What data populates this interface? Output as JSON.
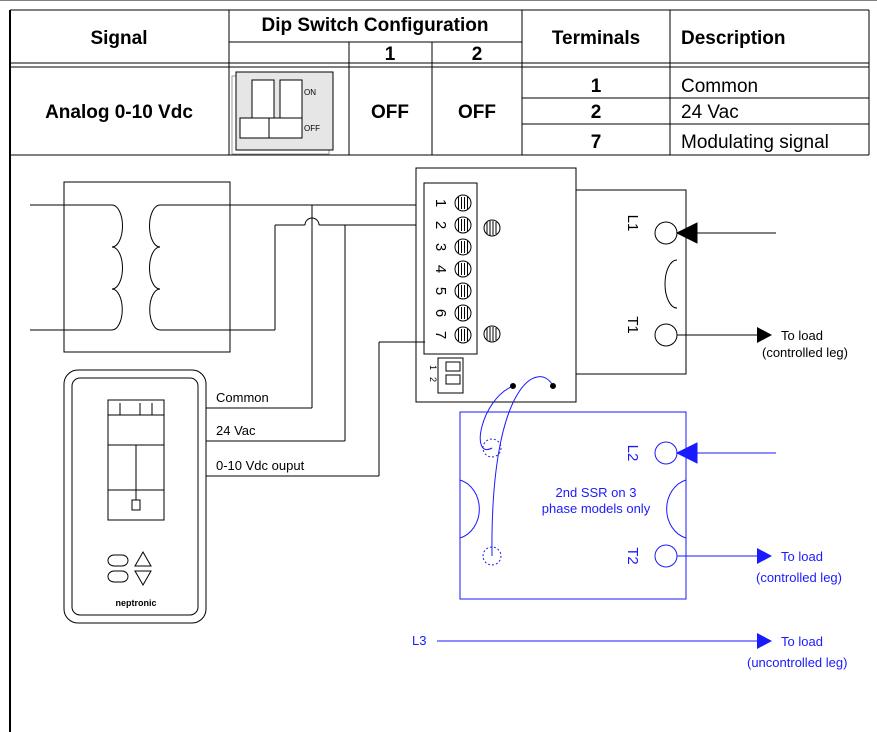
{
  "table": {
    "headers": {
      "signal": "Signal",
      "dip_config": "Dip Switch Configuration",
      "dip1": "1",
      "dip2": "2",
      "terminals": "Terminals",
      "description": "Description"
    },
    "row": {
      "signal": "Analog 0-10 Vdc",
      "dip_on_label": "ON",
      "dip_off_label": "OFF",
      "dip1_state": "OFF",
      "dip2_state": "OFF",
      "terminals": [
        {
          "terminal": "1",
          "description": "Common"
        },
        {
          "terminal": "2",
          "description": "24 Vac"
        },
        {
          "terminal": "7",
          "description": "Modulating signal"
        }
      ]
    }
  },
  "diagram": {
    "terminal_numbers": [
      "1",
      "2",
      "3",
      "4",
      "5",
      "6",
      "7"
    ],
    "thermostat_wires": {
      "common": "Common",
      "vac24": "24 Vac",
      "signal": "0-10 Vdc ouput"
    },
    "thermostat_brand": "neptronic",
    "ssr1": {
      "l1": "L1",
      "t1": "T1",
      "to_load": "To load",
      "leg": "(controlled leg)"
    },
    "ssr2": {
      "l2": "L2",
      "t2": "T2",
      "note_line1": "2nd SSR on 3",
      "note_line2": "phase models only",
      "to_load": "To load",
      "leg": "(controlled leg)"
    },
    "l3": {
      "label": "L3",
      "to_load": "To load",
      "leg": "(uncontrolled leg)"
    },
    "dip_small_labels": [
      "1",
      "2"
    ]
  },
  "colors": {
    "black": "#000000",
    "blue": "#1a1aff",
    "header_bg": "#ffffff"
  }
}
